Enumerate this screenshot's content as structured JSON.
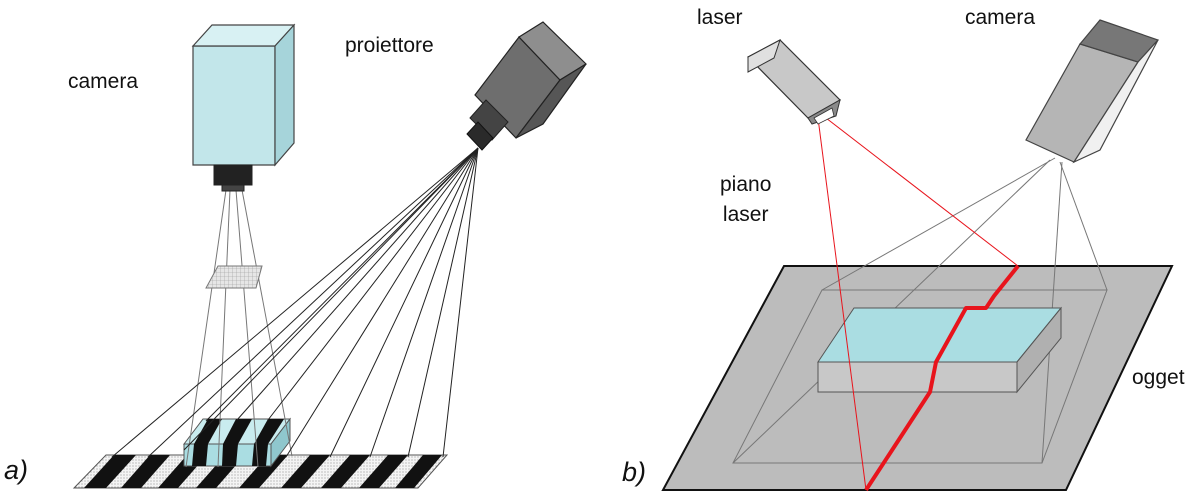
{
  "panel_a": {
    "letter": "a)",
    "camera_label": "camera",
    "projector_label": "proiettore",
    "colors": {
      "camera_body": "#c2e6ea",
      "projector_body": "#6e6e6e",
      "stripe": "#111111",
      "box": "#aadde2"
    }
  },
  "panel_b": {
    "letter": "b)",
    "laser_label": "laser",
    "camera_label": "camera",
    "plane_label_line1": "piano",
    "plane_label_line2": "laser",
    "object_label": "ogget",
    "colors": {
      "plane": "#bcbcbc",
      "laser_line": "#e8141c",
      "object_top": "#aadde2",
      "camera_body": "#b5b5b5"
    }
  }
}
